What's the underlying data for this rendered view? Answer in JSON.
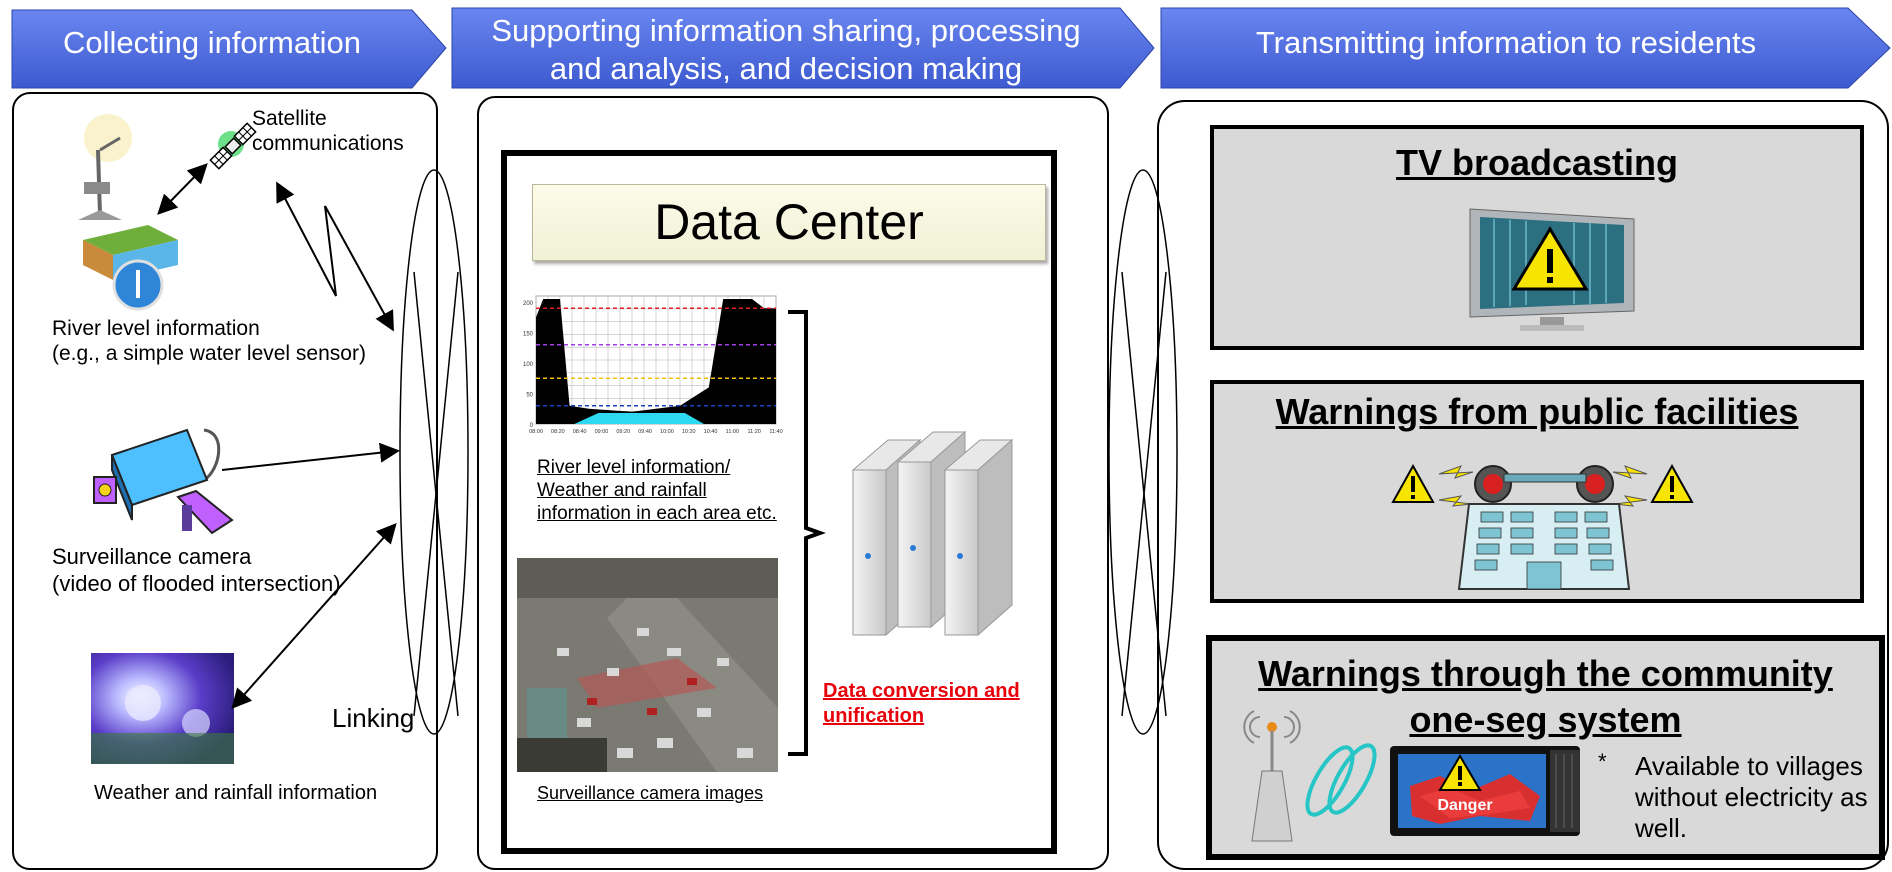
{
  "banners": {
    "collect": "Collecting information",
    "support_line1": "Supporting information sharing, processing",
    "support_line2": "and analysis, and decision making",
    "transmit": "Transmitting information to residents"
  },
  "collect": {
    "satellite_line1": "Satellite",
    "satellite_line2": "communications",
    "river_line1": "River level information",
    "river_line2": "(e.g., a simple water level sensor)",
    "camera_line1": "Surveillance camera",
    "camera_line2": "(video of flooded intersection)",
    "weather": "Weather and rainfall information"
  },
  "linking": "Linking",
  "center": {
    "title": "Data Center",
    "chart_caption_line1": "River level information/",
    "chart_caption_line2": "Weather and rainfall",
    "chart_caption_line3": "information in each area etc.",
    "photo_caption": "Surveillance camera images",
    "conversion_line1": "Data conversion and",
    "conversion_line2": "unification"
  },
  "chart_data": {
    "type": "area",
    "x": [
      "08:00",
      "08:20",
      "08:40",
      "09:00",
      "09:20",
      "09:40",
      "10:00",
      "10:20",
      "10:40",
      "11:00",
      "11:20",
      "11:40"
    ],
    "y_ticks": [
      0,
      50,
      100,
      150,
      200
    ],
    "ylim": [
      0,
      210
    ]
  },
  "transmit": {
    "tv_title": "TV broadcasting",
    "public_title": "Warnings from public facilities",
    "oneseg_line1": "Warnings through the community",
    "oneseg_line2": "one-seg system",
    "note_star": "*",
    "note_line1": "Available to villages",
    "note_line2": "without electricity as",
    "note_line3": "well.",
    "danger_label": "Danger"
  },
  "colors": {
    "banner": "#4f6fe0",
    "banner_dark": "#3a55c4",
    "conversion_text": "#e8000a",
    "box_fill": "#d9d9d9"
  }
}
